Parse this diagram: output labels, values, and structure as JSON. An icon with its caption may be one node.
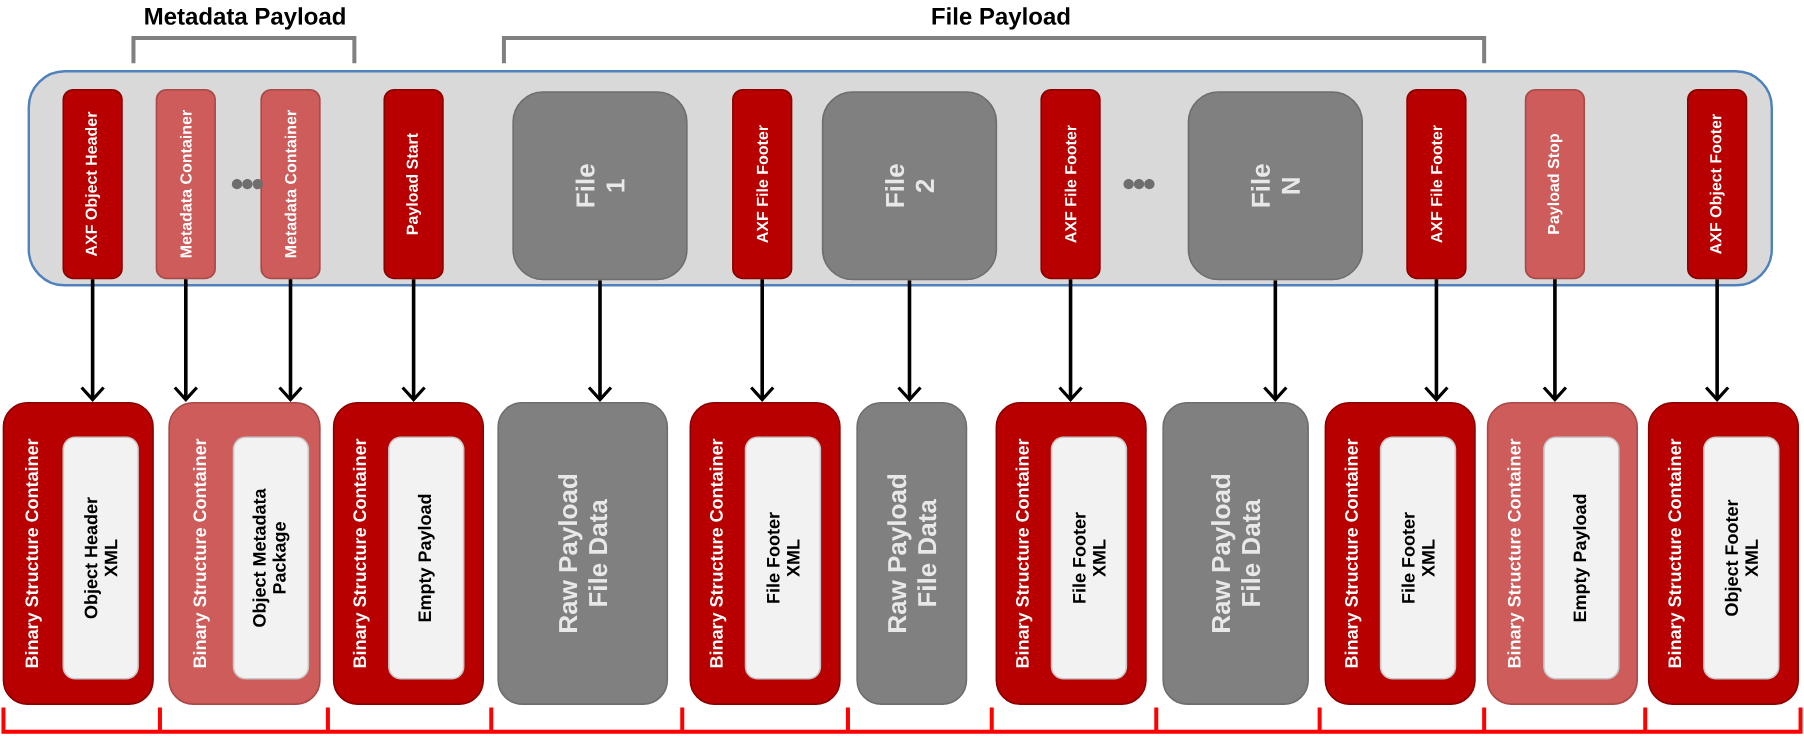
{
  "diagram": {
    "nodes": [
      {
        "text": [],
        "shape": "box"
      },
      {
        "text": [
          "AXF Object Header"
        ],
        "in": 0
      },
      {
        "text": [
          "Metadata Container"
        ],
        "in": 0
      },
      {
        "text": [
          "Metadata Container"
        ],
        "in": 0
      },
      {
        "text": [
          "Payload Start"
        ],
        "in": 0
      },
      {
        "text": [
          "File 1"
        ],
        "in": 0
      },
      {
        "text": [
          "AXF File Footer"
        ],
        "in": 0
      },
      {
        "text": [
          "File 2"
        ],
        "in": 0
      },
      {
        "text": [
          "AXF File Footer"
        ],
        "in": 0
      },
      {
        "text": [
          "File N"
        ],
        "in": 0
      },
      {
        "text": [
          "AXF File Footer"
        ],
        "in": 0
      },
      {
        "text": [
          "Payload Stop"
        ],
        "in": 0
      },
      {
        "text": [
          "AXF Object Footer"
        ],
        "in": 0
      },
      {
        "text": [
          "Binary Structure Container"
        ]
      },
      {
        "text": [
          "Object Header XML"
        ],
        "in": 13
      },
      {
        "text": [
          "Binary Structure Container"
        ]
      },
      {
        "text": [
          "Object Metadata Package"
        ],
        "in": 15
      },
      {
        "text": [
          "Binary Structure Container"
        ]
      },
      {
        "text": [
          "Empty Payload"
        ],
        "in": 17
      },
      {
        "text": [
          "Raw Payload File Data"
        ]
      },
      {
        "text": [
          "Binary Structure Container"
        ]
      },
      {
        "text": [
          "File Footer XML"
        ],
        "in": 20
      },
      {
        "text": [
          "Raw Payload File Data"
        ]
      },
      {
        "text": [
          "Binary Structure Container"
        ]
      },
      {
        "text": [
          "File Footer XML"
        ],
        "in": 23
      },
      {
        "text": [
          "Raw Payload File Data"
        ]
      },
      {
        "text": [
          "Binary Structure Container"
        ]
      },
      {
        "text": [
          "File Footer XML"
        ],
        "in": 26
      },
      {
        "text": [
          "Binary Structure Container"
        ]
      },
      {
        "text": [
          "Empty Payload"
        ],
        "in": 28
      },
      {
        "text": [
          "Binary Structure Container"
        ]
      },
      {
        "text": [
          "Object Footer XML"
        ],
        "in": 30
      }
    ],
    "edges": [
      {
        "from": 1,
        "to": 13,
        "arrow": "to"
      },
      {
        "from": 2,
        "to": 15,
        "arrow": "to"
      },
      {
        "from": 3,
        "to": 15,
        "arrow": "to"
      },
      {
        "from": 4,
        "to": 17,
        "arrow": "to"
      },
      {
        "from": 5,
        "to": 19,
        "arrow": "to"
      },
      {
        "from": 6,
        "to": 20,
        "arrow": "to"
      },
      {
        "from": 7,
        "to": 22,
        "arrow": "to"
      },
      {
        "from": 8,
        "to": 23,
        "arrow": "to"
      },
      {
        "from": 9,
        "to": 25,
        "arrow": "to"
      },
      {
        "from": 10,
        "to": 26,
        "arrow": "to"
      },
      {
        "from": 11,
        "to": 28,
        "arrow": "to"
      },
      {
        "from": 12,
        "to": 30,
        "arrow": "to"
      }
    ],
    "labels": [
      "Metadata Payload",
      "File Payload"
    ]
  }
}
